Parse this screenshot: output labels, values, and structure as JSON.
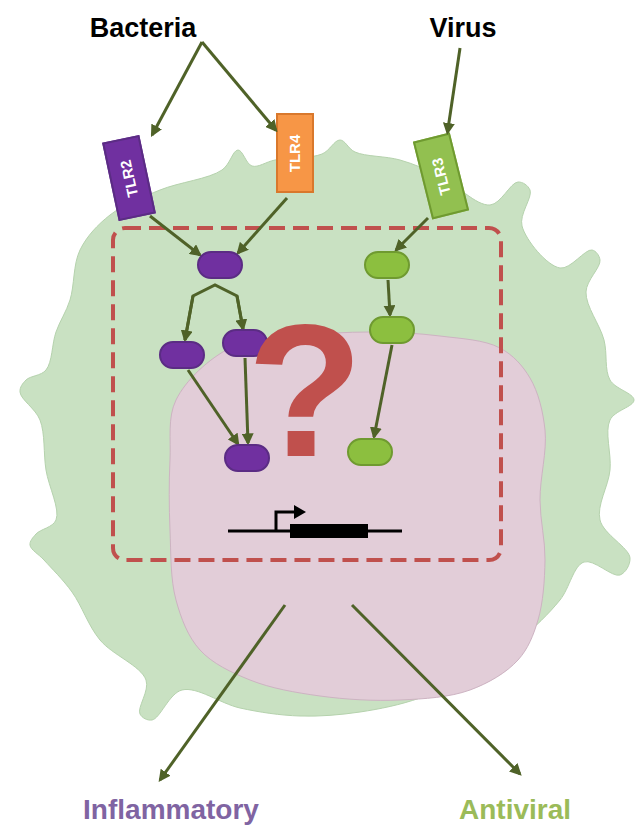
{
  "diagram": {
    "nodes": [
      {
        "text": [
          "Bacteria"
        ]
      },
      {
        "text": [
          "Virus"
        ]
      },
      {
        "text": [
          "TLR2"
        ]
      },
      {
        "text": [
          "TLR4"
        ]
      },
      {
        "text": [
          "TLR3"
        ]
      },
      {
        "text": [
          "Inflammatory"
        ]
      },
      {
        "text": [
          "Antiviral"
        ]
      }
    ],
    "edges": [
      {
        "from": 0,
        "to": 2,
        "arrow": "to"
      },
      {
        "from": 0,
        "to": 3,
        "arrow": "to"
      },
      {
        "from": 1,
        "to": 4,
        "arrow": "to"
      }
    ],
    "labels": [
      "?"
    ]
  }
}
